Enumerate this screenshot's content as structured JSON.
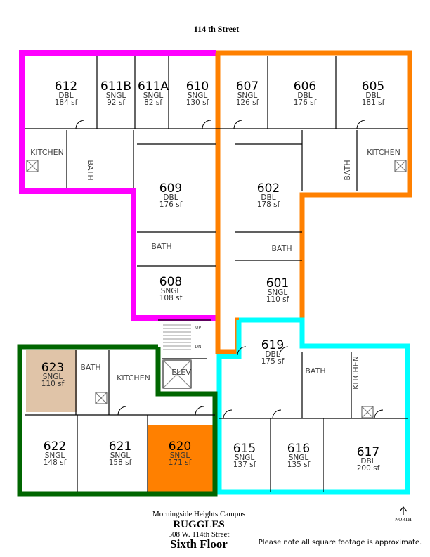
{
  "street_label": "114 th Street",
  "colors": {
    "magenta": "#ff00ff",
    "orange": "#ff8000",
    "cyan": "#00ffff",
    "green": "#006600",
    "tan": "#e0c4a8",
    "room620": "#ff8000"
  },
  "rooms": [
    {
      "number": "612",
      "type": "DBL",
      "sqft": "184 sf"
    },
    {
      "number": "611B",
      "type": "SNGL",
      "sqft": "92 sf"
    },
    {
      "number": "611A",
      "type": "SNGL",
      "sqft": "82 sf"
    },
    {
      "number": "610",
      "type": "SNGL",
      "sqft": "130 sf"
    },
    {
      "number": "607",
      "type": "SNGL",
      "sqft": "126 sf"
    },
    {
      "number": "606",
      "type": "DBL",
      "sqft": "176 sf"
    },
    {
      "number": "605",
      "type": "DBL",
      "sqft": "181 sf"
    },
    {
      "number": "609",
      "type": "DBL",
      "sqft": "176 sf"
    },
    {
      "number": "602",
      "type": "DBL",
      "sqft": "178 sf"
    },
    {
      "number": "608",
      "type": "SNGL",
      "sqft": "108 sf"
    },
    {
      "number": "601",
      "type": "SNGL",
      "sqft": "110 sf"
    },
    {
      "number": "619",
      "type": "DBL",
      "sqft": "175 sf"
    },
    {
      "number": "623",
      "type": "SNGL",
      "sqft": "110 sf"
    },
    {
      "number": "622",
      "type": "SNGL",
      "sqft": "148 sf"
    },
    {
      "number": "621",
      "type": "SNGL",
      "sqft": "158 sf"
    },
    {
      "number": "620",
      "type": "SNGL",
      "sqft": "171 sf"
    },
    {
      "number": "615",
      "type": "SNGL",
      "sqft": "137 sf"
    },
    {
      "number": "616",
      "type": "SNGL",
      "sqft": "135 sf"
    },
    {
      "number": "617",
      "type": "DBL",
      "sqft": "200 sf"
    }
  ],
  "labels": {
    "kitchen": "KITCHEN",
    "bath": "BATH",
    "elev": "ELEV",
    "up": "UP",
    "dn": "DN"
  },
  "footer": {
    "campus": "Morningside Heights Campus",
    "building": "RUGGLES",
    "address": "508 W. 114th Street",
    "floor": "Sixth Floor",
    "note": "Please note all square footage is approximate.",
    "north": "NORTH"
  }
}
